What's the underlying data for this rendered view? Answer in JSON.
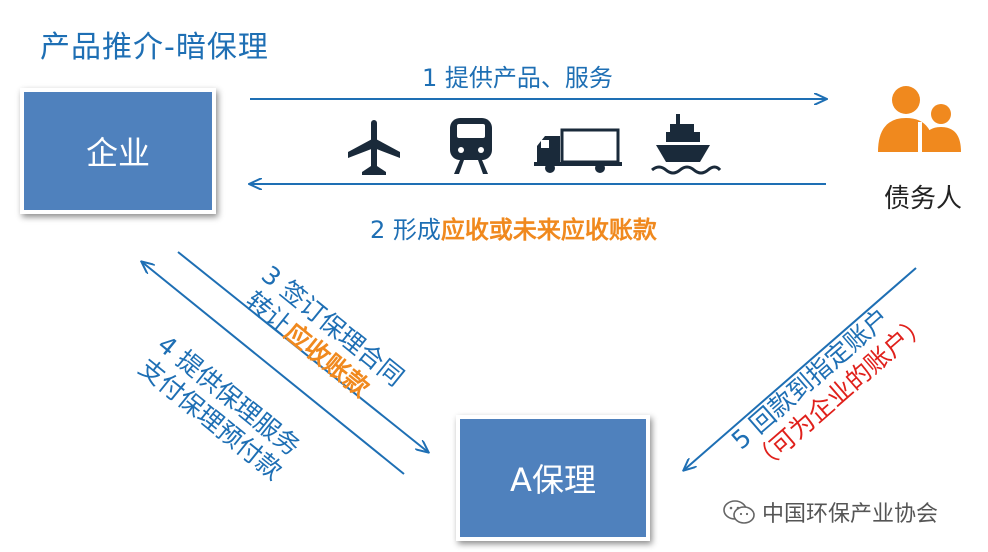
{
  "title": "产品推介-暗保理",
  "nodes": {
    "enterprise": "企业",
    "debtor": "债务人",
    "factoring": "A保理"
  },
  "steps": {
    "s1": "1 提供产品、服务",
    "s2_prefix": "2 形成",
    "s2_highlight": "应收或未来应收账款",
    "s3_line1": "3 签订保理合同",
    "s3_line2_prefix": "转让",
    "s3_line2_highlight": "应收账款",
    "s4_line1": "4 提供保理服务",
    "s4_line2": "支付保理预付款",
    "s5_line1": "5 回款到指定账户",
    "s5_line2": "（可为企业的账户）"
  },
  "icons": [
    "airplane-icon",
    "train-icon",
    "truck-icon",
    "ship-icon",
    "person-group-icon"
  ],
  "watermark": "中国环保产业协会",
  "colors": {
    "accent_blue": "#1e6fb4",
    "box_blue": "#4f81bd",
    "orange": "#f0891e",
    "red": "#e0201b"
  }
}
